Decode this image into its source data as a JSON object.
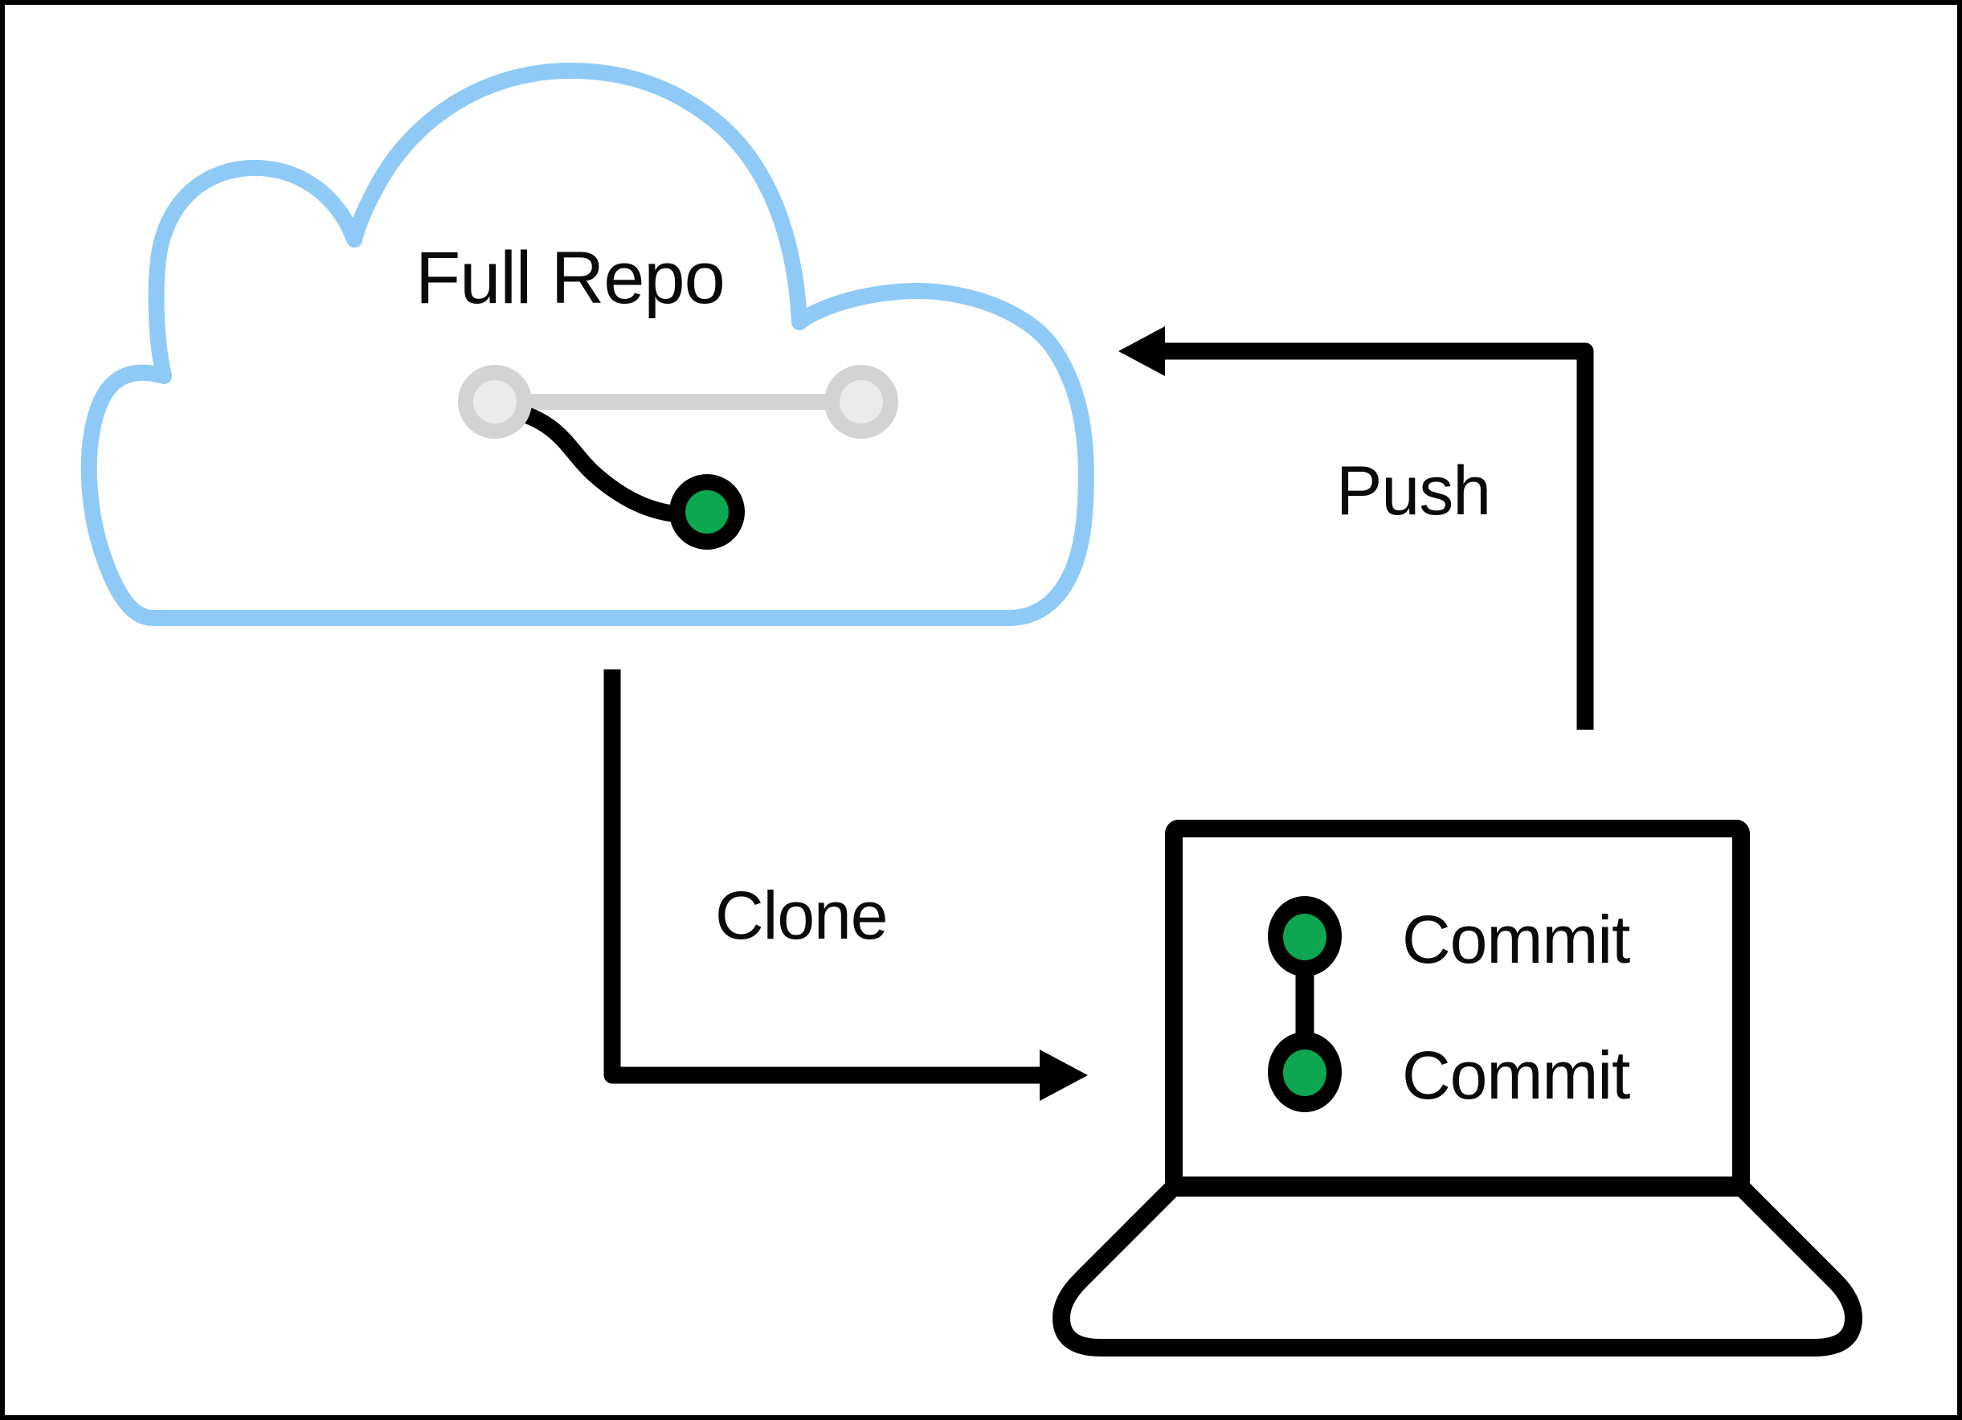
{
  "diagram": {
    "title_hint": "git-clone-push-workflow",
    "colors": {
      "cloud_blue": "#8FCAF7",
      "gray": "#D3D3D3",
      "gray_light": "#EBEBEB",
      "green": "#0CA750",
      "ink": "#000000",
      "background": "#FFFFFF"
    },
    "cloud": {
      "label": "Full Repo"
    },
    "arrows": {
      "push": {
        "label": "Push"
      },
      "clone": {
        "label": "Clone"
      }
    },
    "laptop": {
      "commits": [
        {
          "label": "Commit"
        },
        {
          "label": "Commit"
        }
      ]
    }
  }
}
